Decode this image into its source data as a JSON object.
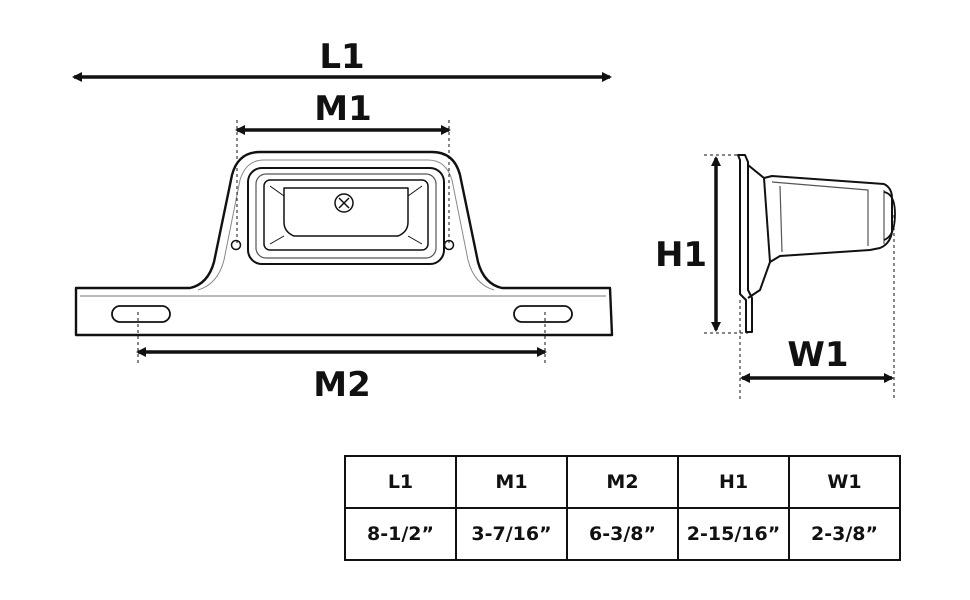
{
  "labels": {
    "l1": "L1",
    "m1": "M1",
    "m2": "M2",
    "h1": "H1",
    "w1": "W1"
  },
  "table": {
    "headers": [
      "L1",
      "M1",
      "M2",
      "H1",
      "W1"
    ],
    "values": [
      "8-1/2”",
      "3-7/16”",
      "6-3/8”",
      "2-15/16”",
      "2-3/8”"
    ]
  },
  "colors": {
    "line": "#111111",
    "background": "#ffffff"
  }
}
